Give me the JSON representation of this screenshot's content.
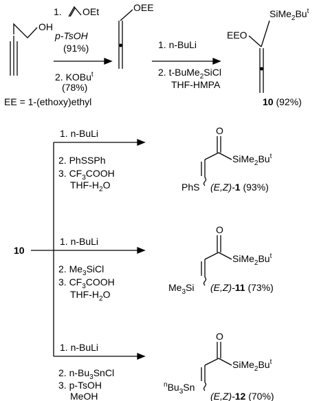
{
  "scheme": {
    "oh": "OH",
    "step1": {
      "r1_num": "1.",
      "r1_oet": "OEt",
      "r1_cat": "p-TsOH",
      "r1_yield": "(91%)",
      "r2": "2. KOBu",
      "r2_sup": "t",
      "r2_yield": "(78%)"
    },
    "ee_def": "EE = 1-(ethoxy)ethyl",
    "oee": "OEE",
    "step2": {
      "r1": "1. n-BuLi",
      "r2": "2. t-BuMe",
      "r2_sub": "2",
      "r2_rest": "SiCl",
      "r3": "THF-HMPA"
    },
    "product10": {
      "eeo": "EEO",
      "si": "SiMe",
      "si_sub": "2",
      "si_bu": "Bu",
      "si_sup": "t",
      "label": "10",
      "yield": "(92%)"
    },
    "start_label": "10",
    "branches": [
      {
        "r1": "1. n-BuLi",
        "r2": "2. PhSSPh",
        "r3": "3. CF",
        "r3_sub": "3",
        "r3_rest": "COOH",
        "r4": "THF-H",
        "r4_sub": "2",
        "r4_rest": "O",
        "o": "O",
        "si": "SiMe",
        "si_sub": "2",
        "si_bu": "Bu",
        "si_sup": "t",
        "group": "PhS",
        "iso": "(E,Z)-",
        "label": "1",
        "yield": "(93%)"
      },
      {
        "r1": "1. n-BuLi",
        "r2": "2. Me",
        "r2_sub": "3",
        "r2_rest": "SiCl",
        "r3": "3. CF",
        "r3_sub": "3",
        "r3_rest": "COOH",
        "r4": "THF-H",
        "r4_sub": "2",
        "r4_rest": "O",
        "o": "O",
        "si": "SiMe",
        "si_sub": "2",
        "si_bu": "Bu",
        "si_sup": "t",
        "group": "Me",
        "group_sub": "3",
        "group_rest": "Si",
        "iso": "(E,Z)-",
        "label": "11",
        "yield": "(73%)"
      },
      {
        "r1": "1. n-BuLi",
        "r2": "2. n-Bu",
        "r2_sub": "3",
        "r2_rest": "SnCl",
        "r3": "3. p-TsOH",
        "r4": "MeOH",
        "o": "O",
        "si": "SiMe",
        "si_sub": "2",
        "si_bu": "Bu",
        "si_sup": "t",
        "group_pre": "n",
        "group": "Bu",
        "group_sub": "3",
        "group_rest": "Sn",
        "iso": "(E,Z)-",
        "label": "12",
        "yield": "(70%)"
      }
    ]
  }
}
